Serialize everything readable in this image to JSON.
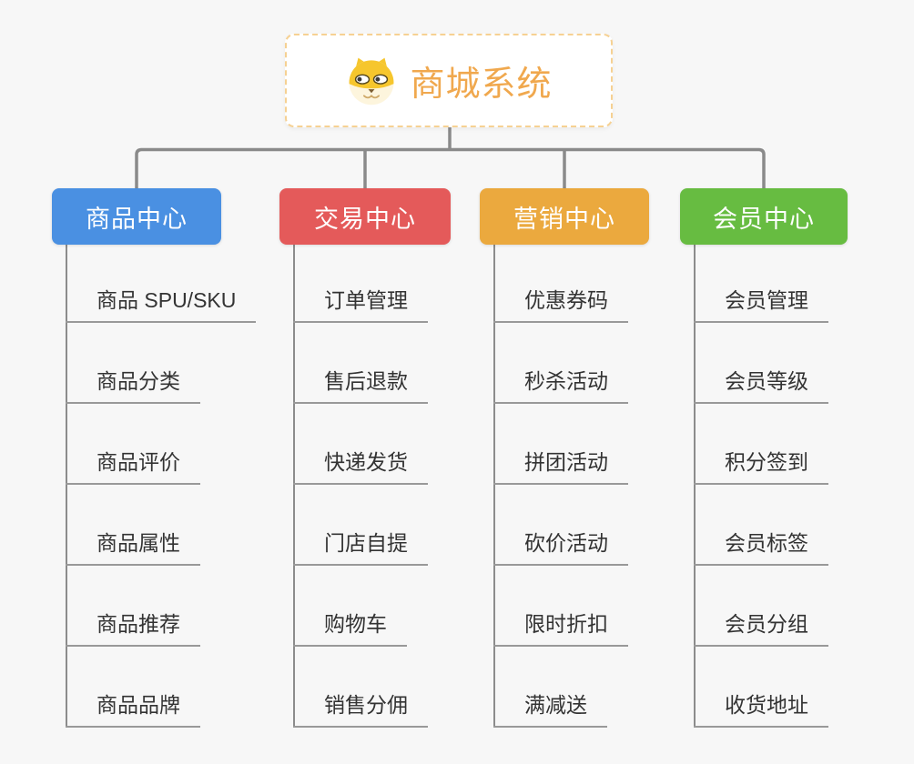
{
  "root": {
    "title": "商城系统",
    "icon": "dog-face-icon",
    "title_color": "#f0a84e",
    "border_color": "#f6d193"
  },
  "branches": [
    {
      "label": "商品中心",
      "color": "#4a90e2",
      "children": [
        "商品 SPU/SKU",
        "商品分类",
        "商品评价",
        "商品属性",
        "商品推荐",
        "商品品牌"
      ]
    },
    {
      "label": "交易中心",
      "color": "#e45a5a",
      "children": [
        "订单管理",
        "售后退款",
        "快递发货",
        "门店自提",
        "购物车",
        "销售分佣"
      ]
    },
    {
      "label": "营销中心",
      "color": "#eba93e",
      "children": [
        "优惠券码",
        "秒杀活动",
        "拼团活动",
        "砍价活动",
        "限时折扣",
        "满减送"
      ]
    },
    {
      "label": "会员中心",
      "color": "#67bc41",
      "children": [
        "会员管理",
        "会员等级",
        "积分签到",
        "会员标签",
        "会员分组",
        "收货地址"
      ]
    }
  ],
  "connector_color": "#8a8a8a",
  "leaf_underline_color": "#999999",
  "leaf_text_color": "#333333",
  "background_color": "#f7f7f7"
}
